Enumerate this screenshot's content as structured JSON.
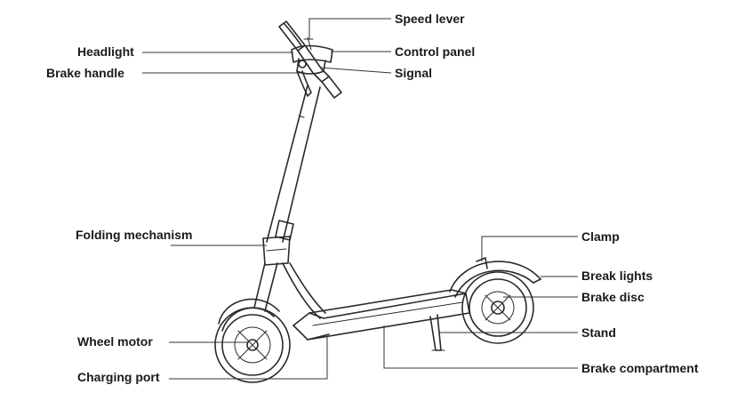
{
  "labels": {
    "speed_lever": "Speed lever",
    "headlight": "Headlight",
    "control_panel": "Control panel",
    "brake_handle": "Brake handle",
    "signal": "Signal",
    "folding_mechanism": "Folding mechanism",
    "clamp": "Clamp",
    "break_lights": "Break lights",
    "brake_disc": "Brake disc",
    "wheel_motor": "Wheel motor",
    "stand": "Stand",
    "charging_port": "Charging port",
    "brake_compartment": "Brake compartment"
  },
  "colors": {
    "line": "#2a2a2a",
    "text": "#1a1a1a",
    "background": "#ffffff"
  }
}
